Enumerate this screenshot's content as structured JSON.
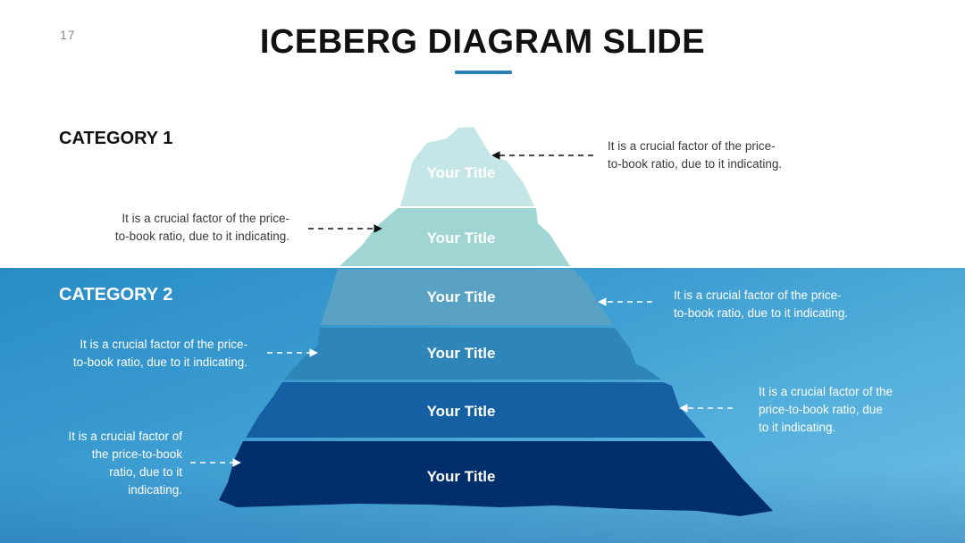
{
  "page": {
    "number": "17",
    "title": "ICEBERG DIAGRAM SLIDE"
  },
  "categories": {
    "cat1": "CATEGORY 1",
    "cat2": "CATEGORY 2"
  },
  "layers": [
    {
      "label": "Your Title",
      "color": "#c5e6e6"
    },
    {
      "label": "Your Title",
      "color": "#9fd6d4"
    },
    {
      "label": "Your Title",
      "color": "#5aa2c4"
    },
    {
      "label": "Your Title",
      "color": "#2e86b8"
    },
    {
      "label": "Your Title",
      "color": "#1560a2"
    },
    {
      "label": "Your Title",
      "color": "#002f6c"
    }
  ],
  "notes": {
    "n1": {
      "line1": "It is a crucial factor of the price-",
      "line2": "to-book ratio, due to it indicating."
    },
    "n2": {
      "line1": "It is a crucial factor of the price-",
      "line2": "to-book ratio, due to it indicating."
    },
    "n3": {
      "line1": "It is a crucial factor of the price-",
      "line2": "to-book ratio, due to it indicating."
    },
    "n4": {
      "line1": "It is a crucial factor of the price-",
      "line2": "to-book ratio, due to it indicating."
    },
    "n5": {
      "line1": "It is a crucial factor of the",
      "line2": "price-to-book ratio, due",
      "line3": "to it indicating."
    },
    "n6": {
      "line1": "It is a crucial factor of",
      "line2": "the price-to-book",
      "line3": "ratio, due to it",
      "line4": "indicating."
    }
  },
  "colors": {
    "accent": "#2a7fb8",
    "water": "#3a9bd0"
  }
}
